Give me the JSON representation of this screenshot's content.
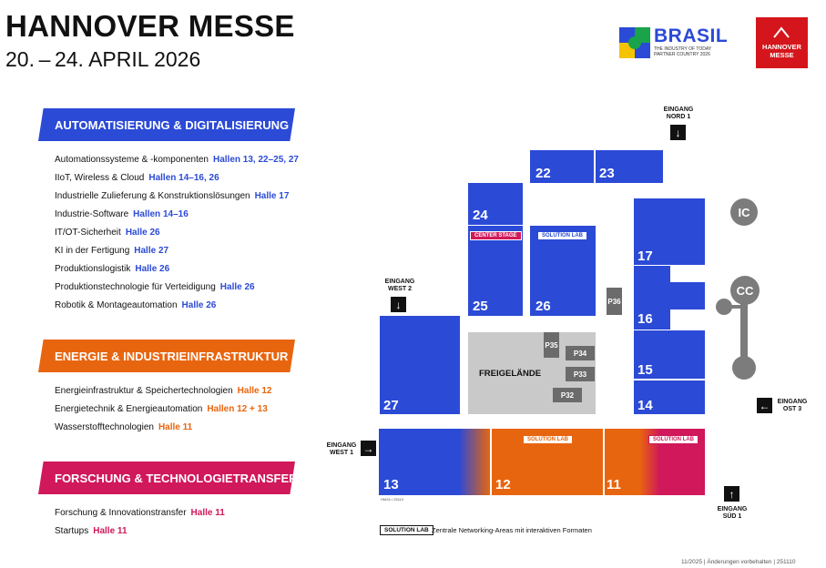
{
  "header": {
    "title": "HANNOVER MESSE",
    "date": "20. – 24. APRIL 2026",
    "partner_name": "BRASIL",
    "partner_line1": "THE INDUSTRY OF TODAY",
    "partner_line2": "PARTNER COUNTRY 2026",
    "logo_line1": "HANNOVER",
    "logo_line2": "MESSE"
  },
  "colors": {
    "blue": "#2b4ad6",
    "orange": "#e8650f",
    "magenta": "#d0185a",
    "gray": "#7c7c7c",
    "logo_red": "#d4161c"
  },
  "sections": [
    {
      "title": "AUTOMATISIERUNG & DIGITALISIERUNG",
      "items": [
        {
          "label": "Automationssysteme & -komponenten",
          "halls": "Hallen 13, 22–25, 27"
        },
        {
          "label": "IIoT, Wireless & Cloud",
          "halls": "Hallen 14–16, 26"
        },
        {
          "label": "Industrielle Zulieferung & Konstruktionslösungen",
          "halls": "Halle 17"
        },
        {
          "label": "Industrie-Software",
          "halls": "Hallen 14–16"
        },
        {
          "label": "IT/OT-Sicherheit",
          "halls": "Halle 26"
        },
        {
          "label": "KI in der Fertigung",
          "halls": "Halle 27"
        },
        {
          "label": "Produktionslogistik",
          "halls": "Halle 26"
        },
        {
          "label": "Produktionstechnologie für Verteidigung",
          "halls": "Halle 26"
        },
        {
          "label": "Robotik & Montageautomation",
          "halls": "Halle 26"
        }
      ]
    },
    {
      "title": "ENERGIE & INDUSTRIEINFRASTRUKTUR",
      "items": [
        {
          "label": "Energieinfrastruktur & Speichertechnologien",
          "halls": "Halle 12"
        },
        {
          "label": "Energietechnik & Energieautomation",
          "halls": "Hallen 12 + 13"
        },
        {
          "label": "Wasserstofftechnologien",
          "halls": "Halle 11"
        }
      ]
    },
    {
      "title": "FORSCHUNG & TECHNOLOGIETRANSFER",
      "items": [
        {
          "label": "Forschung & Innovationstransfer",
          "halls": "Halle 11"
        },
        {
          "label": "Startups",
          "halls": "Halle 11"
        }
      ]
    }
  ],
  "map": {
    "halls": {
      "h22": "22",
      "h23": "23",
      "h24": "24",
      "h25": "25",
      "h26": "26",
      "h27": "27",
      "h17": "17",
      "h16": "16",
      "h15": "15",
      "h14": "14",
      "h13": "13",
      "h12": "12",
      "h11": "11"
    },
    "pavilions": {
      "p32": "P32",
      "p33": "P33",
      "p34": "P34",
      "p35": "P35",
      "p36": "P36"
    },
    "freigelaende": "FREIGELÄNDE",
    "center_stage": "CENTER STAGE",
    "solution_lab": "SOLUTION LAB",
    "ic": "IC",
    "cc": "CC",
    "small_code": "HM26 • 25110",
    "entrances": {
      "nord1": {
        "line1": "EINGANG",
        "line2": "NORD 1"
      },
      "west2": {
        "line1": "EINGANG",
        "line2": "WEST 2"
      },
      "west1": {
        "line1": "EINGANG",
        "line2": "WEST 1"
      },
      "ost3": {
        "line1": "EINGANG",
        "line2": "OST 3"
      },
      "sued1": {
        "line1": "EINGANG",
        "line2": "SÜD 1"
      }
    }
  },
  "legend": {
    "tag": "SOLUTION LAB",
    "text": "Zentrale Networking-Areas mit interaktiven Formaten"
  },
  "footer": "11/2025 | Änderungen vorbehalten | 251110"
}
